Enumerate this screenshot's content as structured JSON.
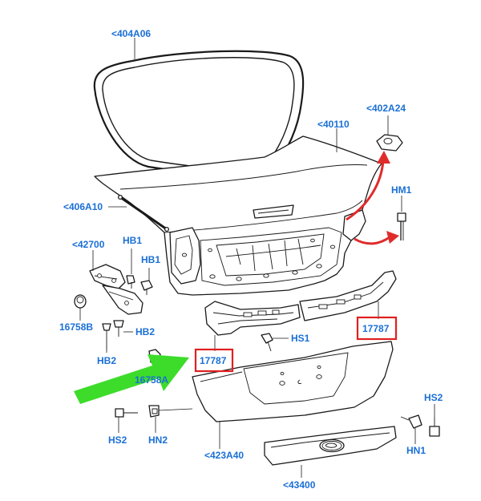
{
  "colors": {
    "label": "#1a6fd6",
    "highlight_box": "#e02020",
    "red_arrow": "#e02b2b",
    "green_arrow": "#3ddc2a",
    "line": "#1a1a1a"
  },
  "labels": {
    "l404A06": "<404A06",
    "l402A24": "<402A24",
    "l40110": "<40110",
    "l406A10": "<406A10",
    "lHM1": "HM1",
    "l42700": "<42700",
    "lHB1a": "HB1",
    "lHB1b": "HB1",
    "l16758B": "16758B",
    "lHB2a": "HB2",
    "lHB2b": "HB2",
    "l16758A": "16758A",
    "l17787left": "17787",
    "l17787right": "17787",
    "lHS1": "HS1",
    "lHS2left": "HS2",
    "lHN2": "HN2",
    "l423A40": "<423A40",
    "lHS2right": "HS2",
    "lHN1": "HN1",
    "l43400": "<43400"
  },
  "icons": {
    "emblem": "ford-oval-emblem-icon",
    "red_arrow": "red-arrow-icon",
    "green_arrow": "green-arrow-icon"
  }
}
